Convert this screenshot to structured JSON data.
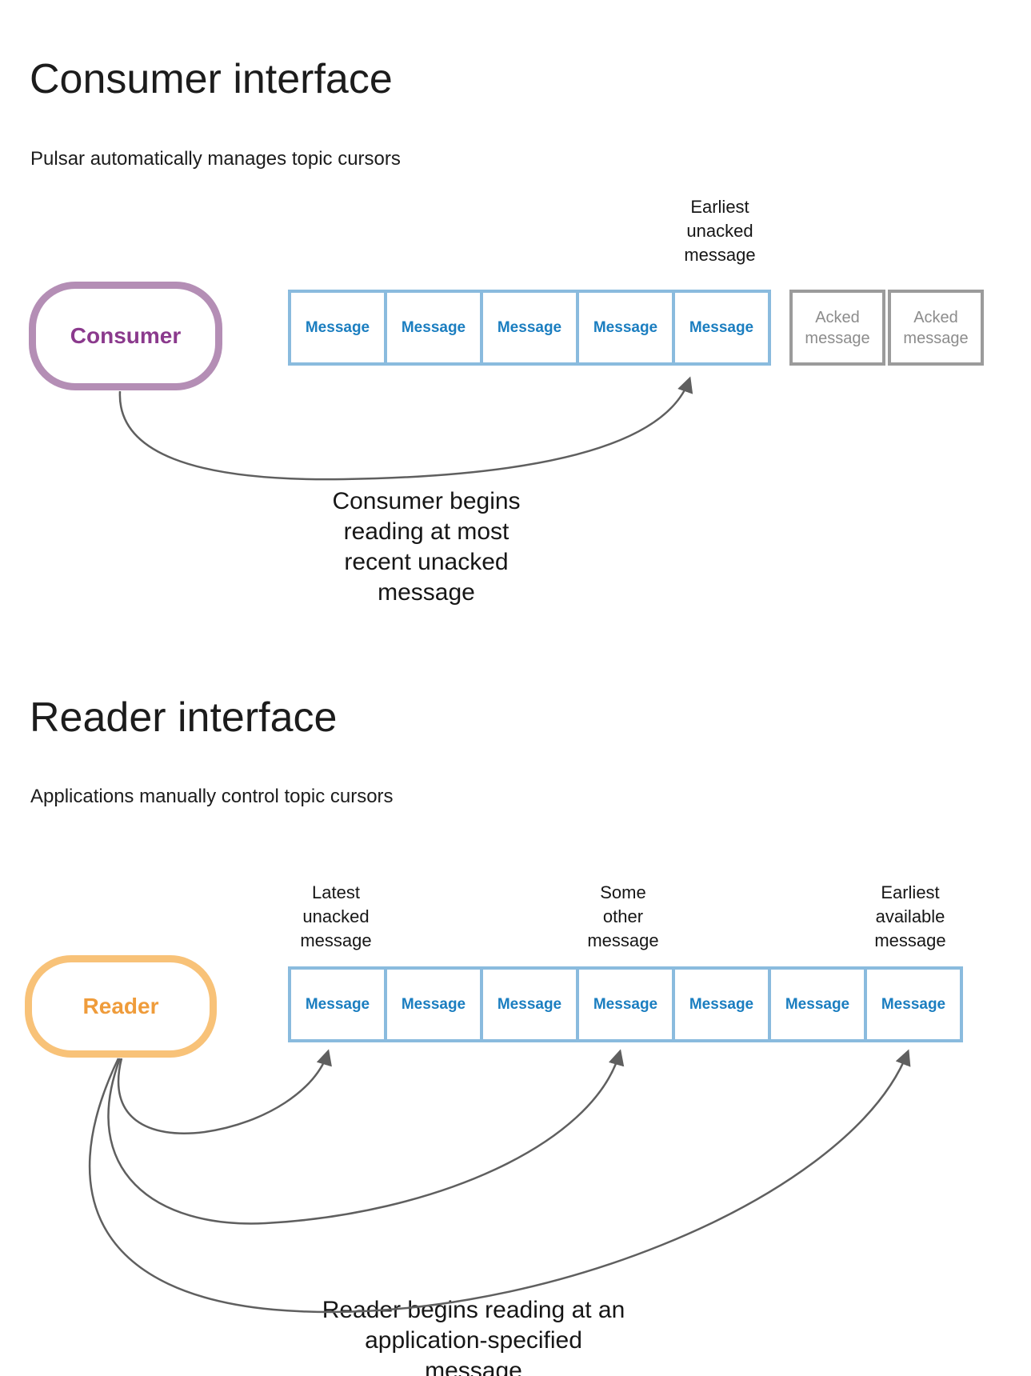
{
  "colors": {
    "message_border": "#8abbde",
    "message_text": "#1b7ec0",
    "acked_border": "#9b9b9b",
    "acked_text": "#8c8c8c",
    "consumer_pill_border": "#b48eb5",
    "consumer_pill_text": "#8b3a8d",
    "reader_pill_border": "#f8c278",
    "reader_pill_text": "#ef9c3b",
    "arrow": "#5f5f5f",
    "heading_text": "#1c1c1c"
  },
  "consumer_section": {
    "title": "Consumer interface",
    "subtitle": "Pulsar automatically manages topic cursors",
    "pill_label": "Consumer",
    "pointer_label": "Earliest\nunacked\nmessage",
    "messages": [
      "Message",
      "Message",
      "Message",
      "Message",
      "Message"
    ],
    "acked_messages": [
      "Acked message",
      "Acked message"
    ],
    "arrow_caption": "Consumer begins\nreading at most\nrecent unacked message"
  },
  "reader_section": {
    "title": "Reader interface",
    "subtitle": "Applications manually control topic cursors",
    "pill_label": "Reader",
    "pointer_labels": [
      "Latest\nunacked\nmessage",
      "Some\nother\nmessage",
      "Earliest\navailable\nmessage"
    ],
    "messages": [
      "Message",
      "Message",
      "Message",
      "Message",
      "Message",
      "Message",
      "Message"
    ],
    "arrow_caption": "Reader begins reading at an\napplication-specified message"
  }
}
